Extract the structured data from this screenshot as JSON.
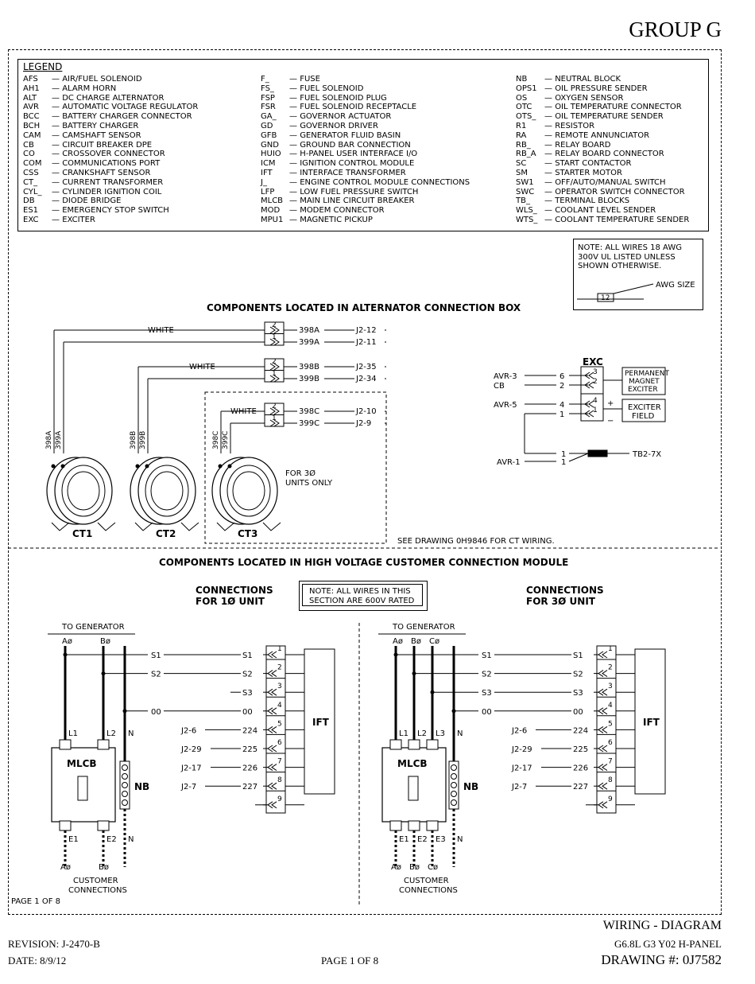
{
  "group_title": "GROUP G",
  "legend": {
    "title": "LEGEND",
    "columns": [
      [
        {
          "abbr": "AFS",
          "desc": "AIR/FUEL SOLENOID"
        },
        {
          "abbr": "AH1",
          "desc": "ALARM HORN"
        },
        {
          "abbr": "ALT",
          "desc": "DC CHARGE ALTERNATOR"
        },
        {
          "abbr": "AVR",
          "desc": "AUTOMATIC VOLTAGE REGULATOR"
        },
        {
          "abbr": "BCC",
          "desc": "BATTERY CHARGER CONNECTOR"
        },
        {
          "abbr": "BCH",
          "desc": "BATTERY CHARGER"
        },
        {
          "abbr": "CAM",
          "desc": "CAMSHAFT SENSOR"
        },
        {
          "abbr": "CB",
          "desc": "CIRCUIT BREAKER DPE"
        },
        {
          "abbr": "CO",
          "desc": "CROSSOVER CONNECTOR"
        },
        {
          "abbr": "COM",
          "desc": "COMMUNICATIONS PORT"
        },
        {
          "abbr": "CSS",
          "desc": "CRANKSHAFT SENSOR"
        },
        {
          "abbr": "CT_",
          "desc": "CURRENT TRANSFORMER"
        },
        {
          "abbr": "CYL_",
          "desc": "CYLINDER IGNITION COIL"
        },
        {
          "abbr": "DB",
          "desc": "DIODE BRIDGE"
        },
        {
          "abbr": "ES1",
          "desc": "EMERGENCY STOP SWITCH"
        },
        {
          "abbr": "EXC",
          "desc": "EXCITER"
        }
      ],
      [
        {
          "abbr": "F_",
          "desc": "FUSE"
        },
        {
          "abbr": "FS_",
          "desc": "FUEL SOLENOID"
        },
        {
          "abbr": "FSP",
          "desc": "FUEL SOLENOID PLUG"
        },
        {
          "abbr": "FSR",
          "desc": "FUEL SOLENOID RECEPTACLE"
        },
        {
          "abbr": "GA_",
          "desc": "GOVERNOR ACTUATOR"
        },
        {
          "abbr": "GD",
          "desc": "GOVERNOR DRIVER"
        },
        {
          "abbr": "GFB",
          "desc": "GENERATOR FLUID BASIN"
        },
        {
          "abbr": "GND",
          "desc": "GROUND BAR CONNECTION"
        },
        {
          "abbr": "HUIO",
          "desc": "H-PANEL USER INTERFACE I/O"
        },
        {
          "abbr": "ICM",
          "desc": "IGNITION CONTROL MODULE"
        },
        {
          "abbr": "IFT",
          "desc": "INTERFACE TRANSFORMER"
        },
        {
          "abbr": "J_",
          "desc": "ENGINE CONTROL MODULE CONNECTIONS"
        },
        {
          "abbr": "LFP",
          "desc": "LOW FUEL PRESSURE SWITCH"
        },
        {
          "abbr": "MLCB",
          "desc": "MAIN LINE CIRCUIT BREAKER"
        },
        {
          "abbr": "MOD",
          "desc": "MODEM CONNECTOR"
        },
        {
          "abbr": "MPU1",
          "desc": "MAGNETIC PICKUP"
        }
      ],
      [
        {
          "abbr": "NB",
          "desc": "NEUTRAL BLOCK"
        },
        {
          "abbr": "OPS1",
          "desc": "OIL PRESSURE SENDER"
        },
        {
          "abbr": "OS",
          "desc": "OXYGEN SENSOR"
        },
        {
          "abbr": "OTC",
          "desc": "OIL TEMPERATURE CONNECTOR"
        },
        {
          "abbr": "OTS_",
          "desc": "OIL TEMPERATURE SENDER"
        },
        {
          "abbr": "R1",
          "desc": "RESISTOR"
        },
        {
          "abbr": "RA",
          "desc": "REMOTE ANNUNCIATOR"
        },
        {
          "abbr": "RB_",
          "desc": "RELAY BOARD"
        },
        {
          "abbr": "RB_A",
          "desc": "RELAY BOARD CONNECTOR"
        },
        {
          "abbr": "SC",
          "desc": "START CONTACTOR"
        },
        {
          "abbr": "SM",
          "desc": "STARTER MOTOR"
        },
        {
          "abbr": "SW1",
          "desc": "OFF/AUTO/MANUAL SWITCH"
        },
        {
          "abbr": "SWC",
          "desc": "OPERATOR SWITCH CONNECTOR"
        },
        {
          "abbr": "TB_",
          "desc": "TERMINAL BLOCKS"
        },
        {
          "abbr": "WLS_",
          "desc": "COOLANT LEVEL SENDER"
        },
        {
          "abbr": "WTS_",
          "desc": "COOLANT TEMPERATURE SENDER"
        }
      ]
    ]
  },
  "wire_note": {
    "text": "NOTE: ALL WIRES 18 AWG 300V UL LISTED UNLESS SHOWN OTHERWISE.",
    "awg_example": "12",
    "awg_label": "AWG SIZE"
  },
  "alt_box": {
    "title": "COMPONENTS LOCATED IN ALTERNATOR CONNECTION BOX",
    "white": "WHITE",
    "ct_groups": [
      {
        "pins": [
          "2",
          "1"
        ],
        "wires": [
          "398A",
          "399A"
        ],
        "ends": [
          "J2-12",
          "J2-11"
        ],
        "ct": "CT1"
      },
      {
        "pins": [
          "2",
          "1"
        ],
        "wires": [
          "398B",
          "399B"
        ],
        "ends": [
          "J2-35",
          "J2-34"
        ],
        "ct": "CT2"
      },
      {
        "pins": [
          "2",
          "1"
        ],
        "wires": [
          "398C",
          "399C"
        ],
        "ends": [
          "J2-10",
          "J2-9"
        ],
        "ct": "CT3"
      }
    ],
    "three_phase_note": "FOR 3Ø UNITS ONLY",
    "see_drawing": "SEE DRAWING 0H9846 FOR CT WIRING.",
    "exc": {
      "label": "EXC",
      "rows": [
        {
          "src": "AVR-3",
          "wire": "6",
          "pin": "3"
        },
        {
          "src": "CB",
          "wire": "2",
          "pin": "2"
        },
        {
          "src": "AVR-5",
          "wire": "4",
          "pin": "4"
        },
        {
          "src": "",
          "wire": "1",
          "pin": "1"
        }
      ],
      "pmg": "PERMANENT MAGNET EXCITER",
      "field": "EXCITER FIELD",
      "plus": "+",
      "minus": "−",
      "diode_wire1": "1",
      "diode_src": "AVR-1",
      "diode_wire2": "1",
      "diode_dest": "TB2-7X"
    }
  },
  "hv_module": {
    "title": "COMPONENTS LOCATED IN HIGH VOLTAGE CUSTOMER CONNECTION MODULE",
    "note": "NOTE: ALL WIRES IN THIS SECTION ARE 600V RATED",
    "single": {
      "heading": [
        "CONNECTIONS",
        "FOR 1Ø UNIT"
      ],
      "to_gen": "TO GENERATOR",
      "phases": [
        "Aø",
        "Bø"
      ],
      "breaker": "MLCB",
      "line_labels": [
        "L1",
        "L2",
        "N"
      ],
      "load_labels": [
        "E1",
        "E2",
        "N"
      ],
      "out_phases": [
        "Aø",
        "Bø"
      ],
      "nb": "NB",
      "customer": [
        "CUSTOMER",
        "CONNECTIONS"
      ]
    },
    "three": {
      "heading": [
        "CONNECTIONS",
        "FOR 3Ø UNIT"
      ],
      "to_gen": "TO GENERATOR",
      "phases": [
        "Aø",
        "Bø",
        "Cø"
      ],
      "breaker": "MLCB",
      "line_labels": [
        "L1",
        "L2",
        "L3",
        "N"
      ],
      "load_labels": [
        "E1",
        "E2",
        "E3",
        "N"
      ],
      "out_phases": [
        "Aø",
        "Bø",
        "Cø"
      ],
      "nb": "NB",
      "customer": [
        "CUSTOMER",
        "CONNECTIONS"
      ]
    },
    "terminal_rows_1ph": [
      {
        "left": "S1",
        "right": "S1",
        "pin": "1"
      },
      {
        "left": "S2",
        "right": "S2",
        "pin": "2"
      },
      {
        "left": "",
        "right": "S3",
        "pin": "3"
      },
      {
        "left": "00",
        "right": "00",
        "pin": "4"
      },
      {
        "left": "J2-6",
        "right": "224",
        "pin": "5"
      },
      {
        "left": "J2-29",
        "right": "225",
        "pin": "6"
      },
      {
        "left": "J2-17",
        "right": "226",
        "pin": "7"
      },
      {
        "left": "J2-7",
        "right": "227",
        "pin": "8"
      },
      {
        "left": "",
        "right": "",
        "pin": "9"
      }
    ],
    "terminal_rows_3ph": [
      {
        "left": "S1",
        "right": "S1",
        "pin": "1"
      },
      {
        "left": "S2",
        "right": "S2",
        "pin": "2"
      },
      {
        "left": "S3",
        "right": "S3",
        "pin": "3"
      },
      {
        "left": "00",
        "right": "00",
        "pin": "4"
      },
      {
        "left": "J2-6",
        "right": "224",
        "pin": "5"
      },
      {
        "left": "J2-29",
        "right": "225",
        "pin": "6"
      },
      {
        "left": "J2-17",
        "right": "226",
        "pin": "7"
      },
      {
        "left": "J2-7",
        "right": "227",
        "pin": "8"
      },
      {
        "left": "",
        "right": "",
        "pin": "9"
      }
    ],
    "ift": "IFT"
  },
  "page_inner": "PAGE 1 OF 8",
  "footer": {
    "revision": "REVISION: J-2470-B",
    "date": "DATE: 8/9/12",
    "page": "PAGE 1 OF 8",
    "title": "WIRING - DIAGRAM",
    "model": "G6.8L G3 Y02 H-PANEL",
    "drawing": "DRAWING #: 0J7582"
  }
}
